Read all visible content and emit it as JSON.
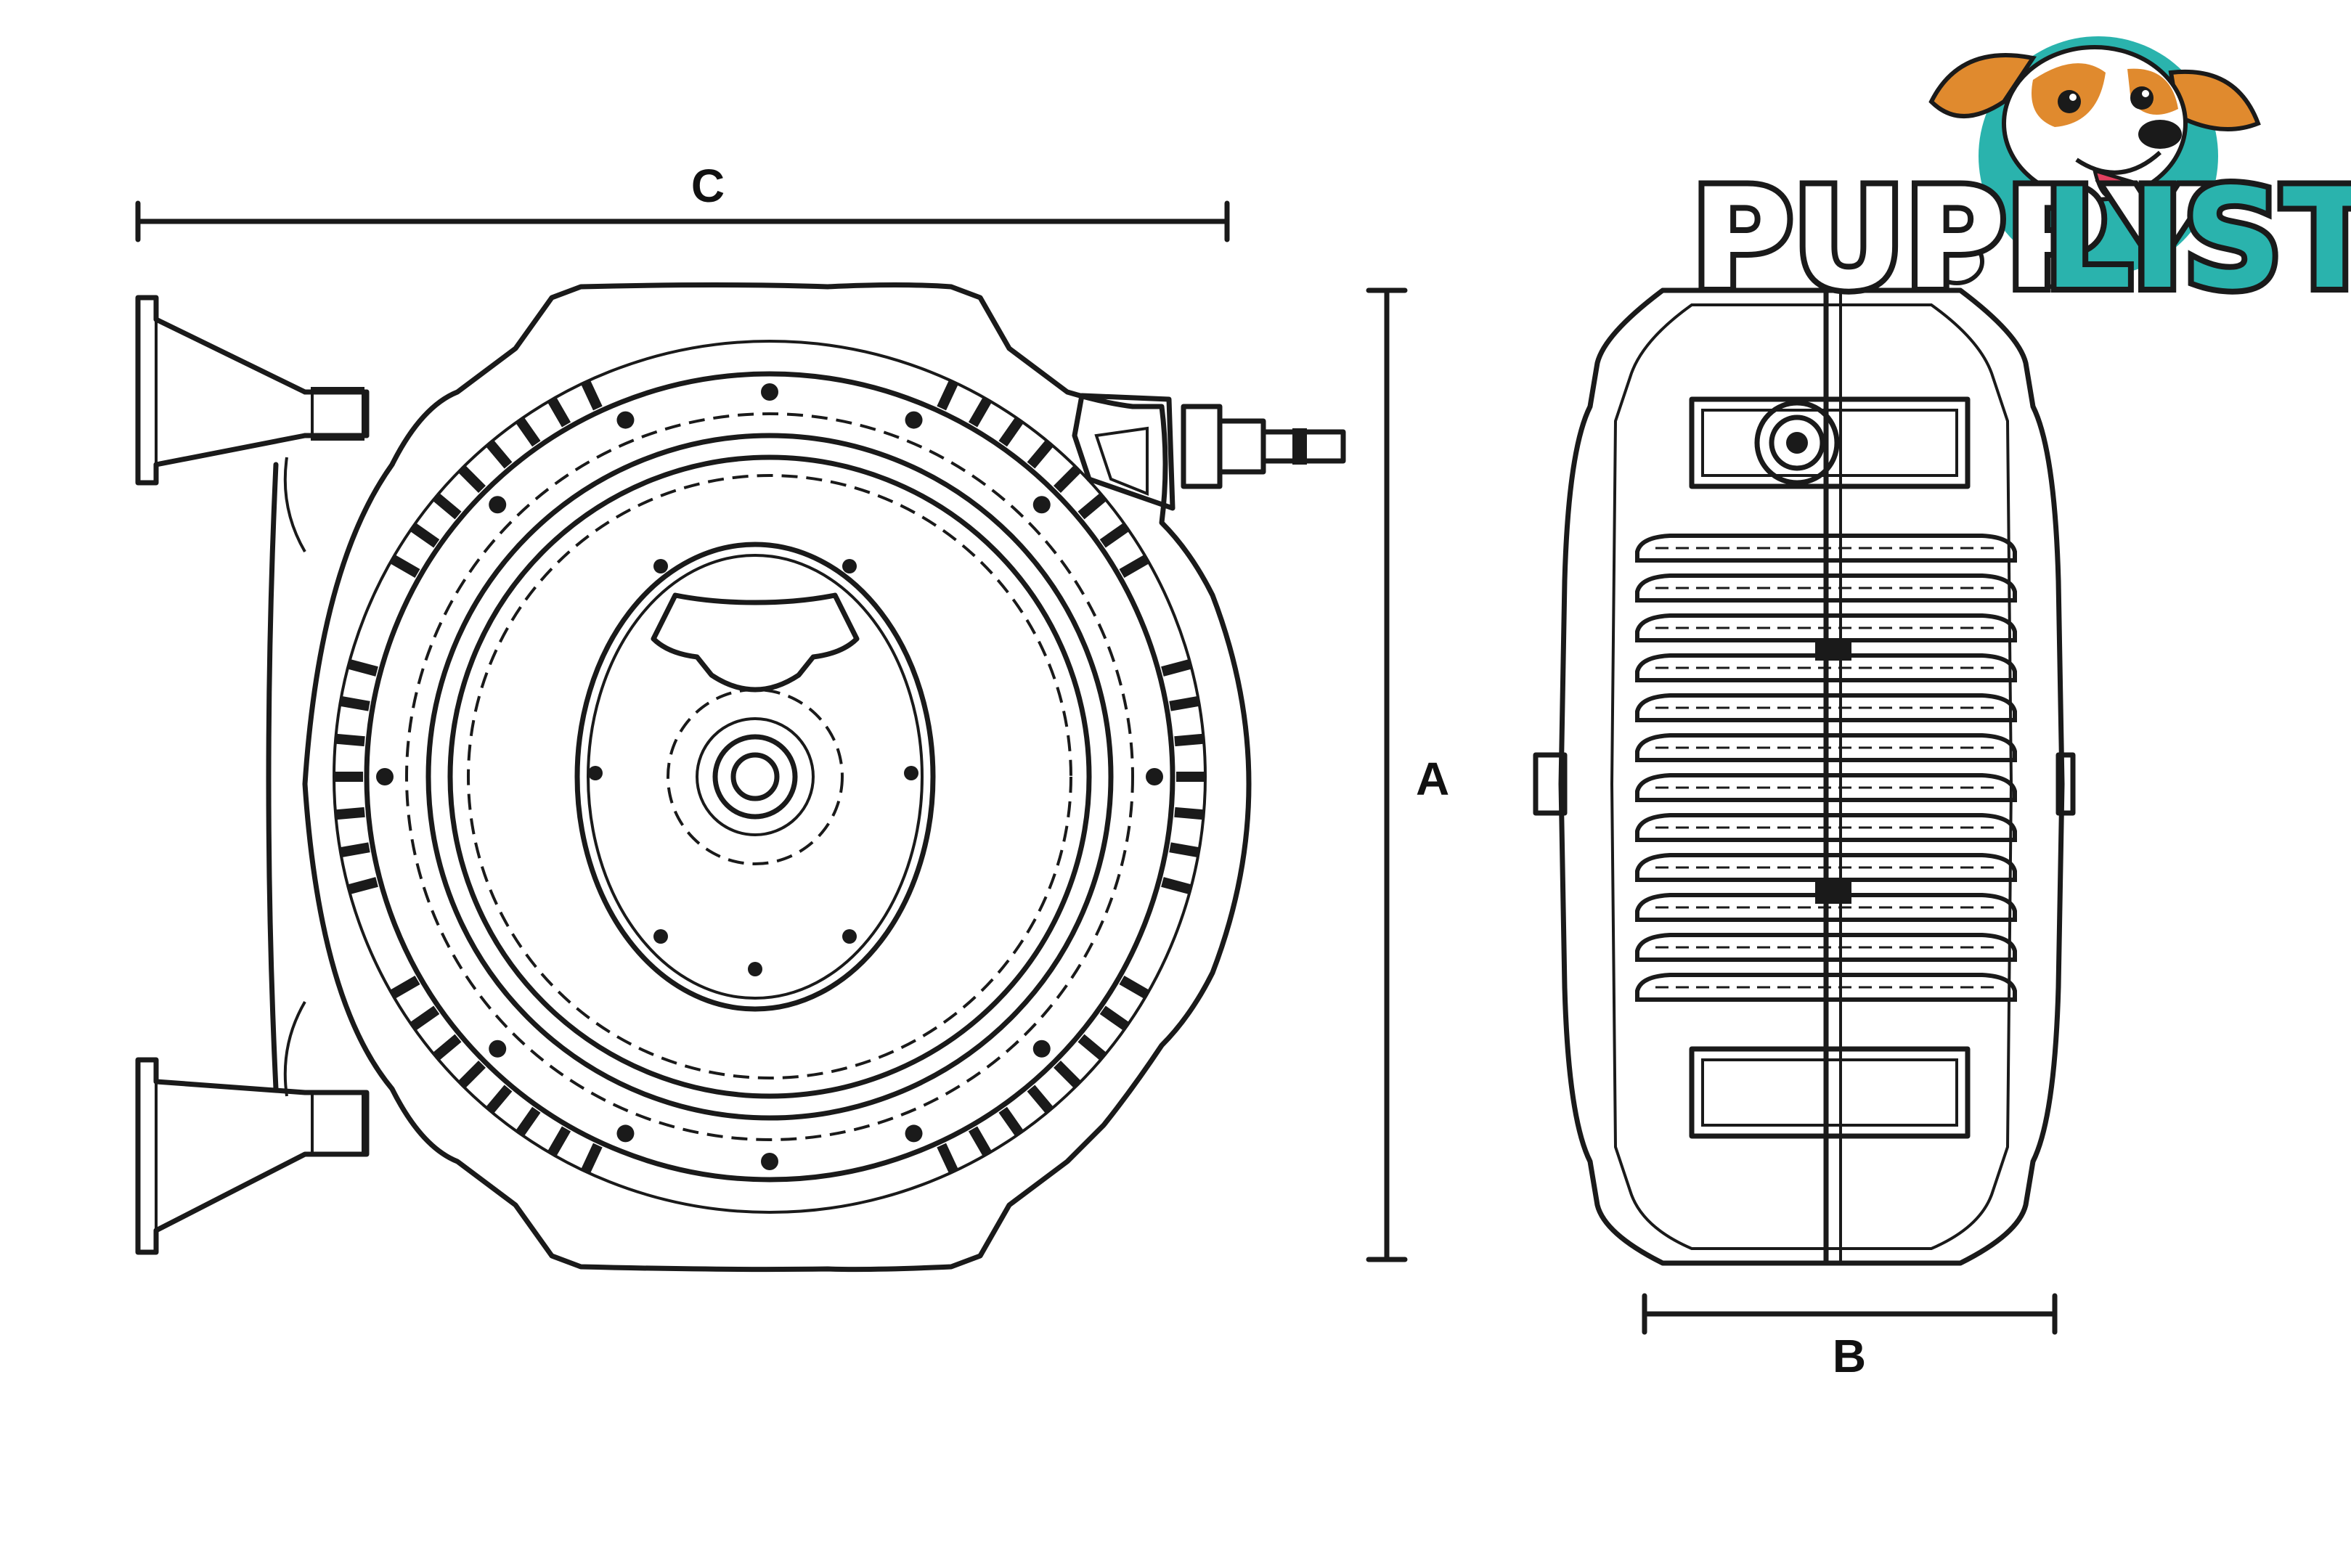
{
  "dimensions": {
    "width_label": "C",
    "height_label": "A",
    "depth_label": "B"
  },
  "logo": {
    "text_part1": "PUPPY",
    "text_part2": "LIST",
    "color_dark": "#1a1a1a",
    "color_teal": "#2ab3ad",
    "mascot": "dog-mascot-icon"
  },
  "drawing": {
    "front_view": "hose-reel-front-view",
    "side_view": "hose-reel-side-view"
  }
}
